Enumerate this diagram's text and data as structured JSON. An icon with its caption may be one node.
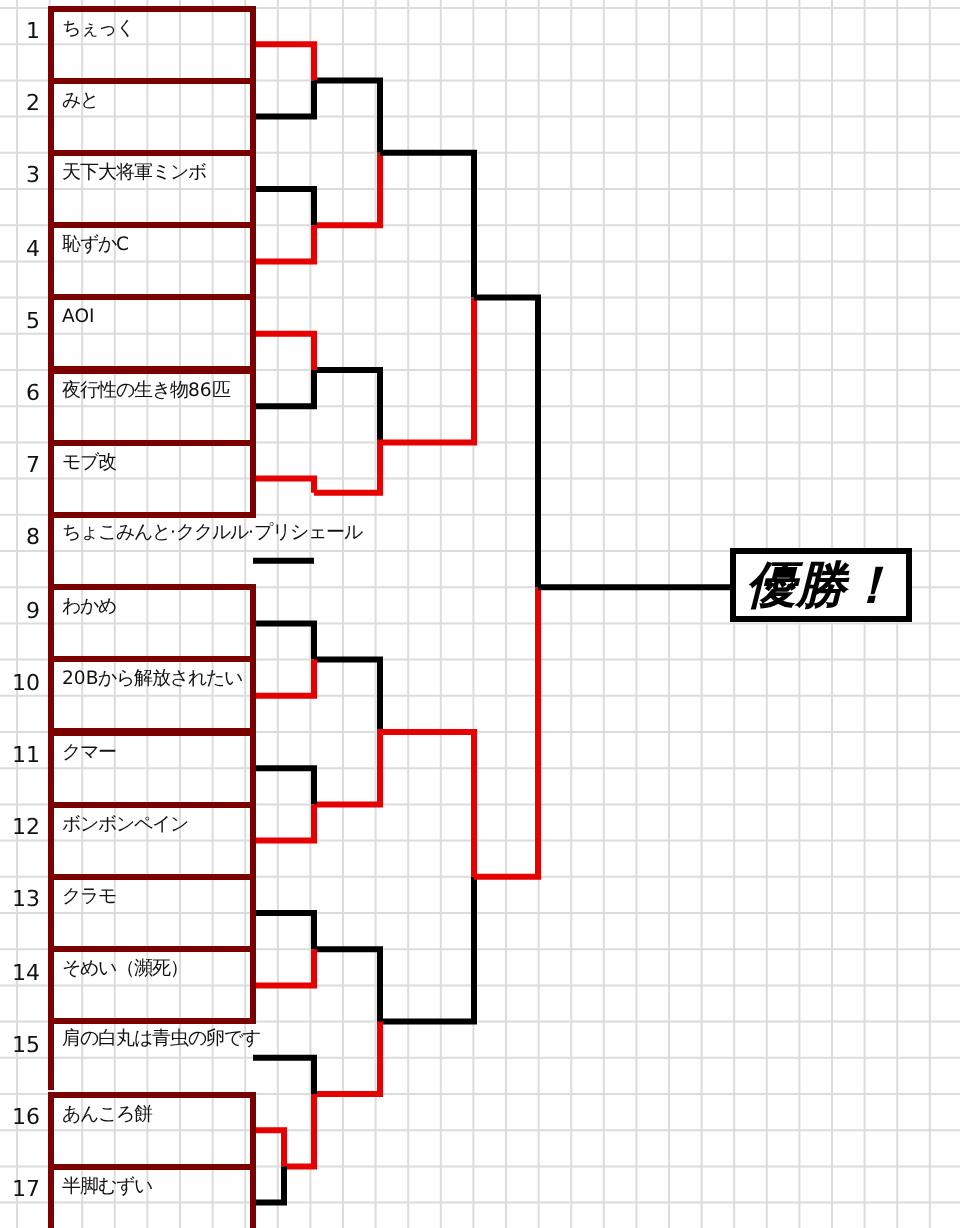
{
  "diagram": {
    "nodes": [
      {
        "text": [
          "ちぇっく"
        ],
        "beside": [
          "1"
        ]
      },
      {
        "text": [
          "みと"
        ],
        "beside": [
          "2"
        ]
      },
      {
        "text": [
          "天下大将軍ミンボ"
        ],
        "beside": [
          "3"
        ]
      },
      {
        "text": [
          "恥ずかC"
        ],
        "beside": [
          "4"
        ]
      },
      {
        "text": [
          "AOI"
        ],
        "beside": [
          "5"
        ]
      },
      {
        "text": [
          "夜行性の生き物86匹"
        ],
        "beside": [
          "6"
        ]
      },
      {
        "text": [
          "モブ改"
        ],
        "beside": [
          "7"
        ]
      },
      {
        "text": [
          "ちょこみんと·ククルル·プリシェール"
        ],
        "beside": [
          "8"
        ]
      },
      {
        "text": [
          "わかめ"
        ],
        "beside": [
          "9"
        ]
      },
      {
        "text": [
          "20Bから解放されたい"
        ],
        "beside": [
          "10"
        ]
      },
      {
        "text": [
          "クマー"
        ],
        "beside": [
          "11"
        ]
      },
      {
        "text": [
          "ボンボンペイン"
        ],
        "beside": [
          "12"
        ]
      },
      {
        "text": [
          "クラモ"
        ],
        "beside": [
          "13"
        ]
      },
      {
        "text": [
          "そめい（瀕死）"
        ],
        "beside": [
          "14"
        ]
      },
      {
        "text": [
          "肩の白丸は青虫の卵です"
        ],
        "beside": [
          "15"
        ]
      },
      {
        "text": [
          "あんころ餅"
        ],
        "beside": [
          "16"
        ]
      },
      {
        "text": [
          "半脚むずい"
        ],
        "beside": [
          "17"
        ]
      },
      {
        "text": [
          "優勝！"
        ]
      }
    ],
    "edges": [
      {
        "from": 0,
        "to": null,
        "arrow": "none",
        "color": "#e60000"
      },
      {
        "from": 1,
        "to": null,
        "arrow": "none"
      },
      {
        "from": 2,
        "to": null,
        "arrow": "none"
      },
      {
        "from": 3,
        "to": null,
        "arrow": "none",
        "color": "#e60000"
      },
      {
        "from": 4,
        "to": null,
        "arrow": "none",
        "color": "#e60000"
      },
      {
        "from": 5,
        "to": null,
        "arrow": "none"
      },
      {
        "from": 6,
        "to": null,
        "arrow": "none",
        "color": "#e60000"
      },
      {
        "from": 7,
        "to": null,
        "arrow": "none"
      },
      {
        "from": 8,
        "to": null,
        "arrow": "none"
      },
      {
        "from": 9,
        "to": null,
        "arrow": "none",
        "color": "#e60000"
      },
      {
        "from": 10,
        "to": null,
        "arrow": "none"
      },
      {
        "from": 11,
        "to": null,
        "arrow": "none",
        "color": "#e60000"
      },
      {
        "from": 12,
        "to": null,
        "arrow": "none"
      },
      {
        "from": 13,
        "to": null,
        "arrow": "none",
        "color": "#e60000"
      },
      {
        "from": 14,
        "to": null,
        "arrow": "none"
      },
      {
        "from": 15,
        "to": null,
        "arrow": "none",
        "color": "#e60000"
      },
      {
        "from": 16,
        "to": null,
        "arrow": "none"
      },
      {
        "from": null,
        "to": 17,
        "arrow": "none"
      }
    ]
  }
}
